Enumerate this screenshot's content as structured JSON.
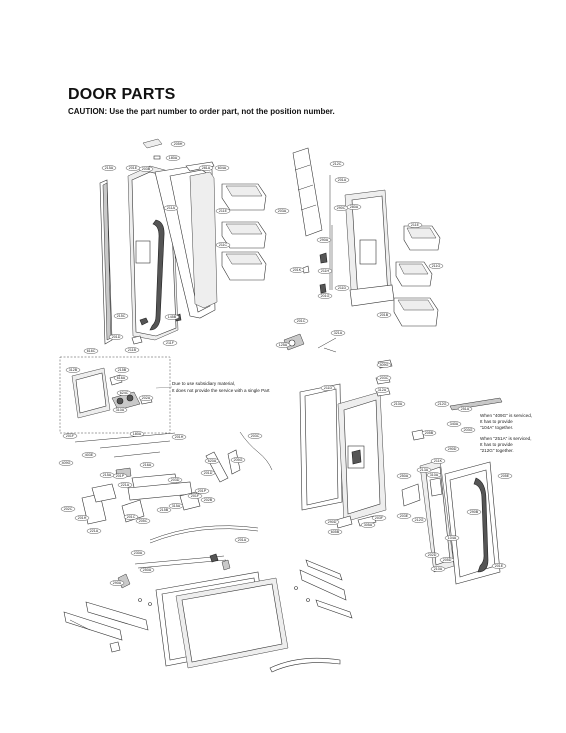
{
  "header": {
    "title": "DOOR PARTS",
    "caution": "CAUTION: Use the part number to order part, not the position number."
  },
  "notes": {
    "subsidiary": [
      "Due to use subsidiary material,",
      "It does not provide the service with a single Part"
    ],
    "note_409g": [
      "When \"409G\" is serviced,",
      "It has to provide",
      "\"104A\" together."
    ],
    "note_251a": [
      "When \"251A\" is serviced,",
      "It has to provide",
      "\"212G\" together."
    ]
  },
  "callouts": [
    "205H",
    "180A",
    "215A",
    "201E",
    "203B",
    "281A",
    "604A",
    "211A",
    "211E",
    "211C",
    "215C",
    "201D",
    "211B",
    "145B",
    "211F",
    "212C",
    "201A",
    "203A",
    "290A",
    "290C",
    "280A",
    "201K",
    "211H",
    "201G",
    "211D",
    "211E",
    "211G",
    "201B",
    "201C",
    "321A",
    "125A",
    "616C",
    "312B",
    "215B",
    "616A",
    "624C",
    "310A",
    "202A",
    "201F",
    "409G",
    "403E",
    "180A",
    "201H",
    "216A",
    "201P",
    "215A",
    "221A",
    "203D",
    "201D",
    "205G",
    "203C",
    "620A",
    "201P",
    "201F",
    "315A",
    "202B",
    "215B",
    "202C",
    "201H",
    "221A",
    "201C",
    "205C",
    "201A",
    "409G",
    "203C",
    "312A",
    "211D",
    "210A",
    "212G",
    "251A",
    "340A",
    "203G",
    "205B",
    "290D",
    "211K",
    "213A",
    "250A",
    "310A",
    "205E",
    "212G",
    "203E",
    "290D",
    "605B",
    "203F",
    "305A",
    "104A",
    "290B",
    "202D",
    "205D",
    "201E",
    "210A",
    "230A",
    "250A",
    "290A"
  ]
}
